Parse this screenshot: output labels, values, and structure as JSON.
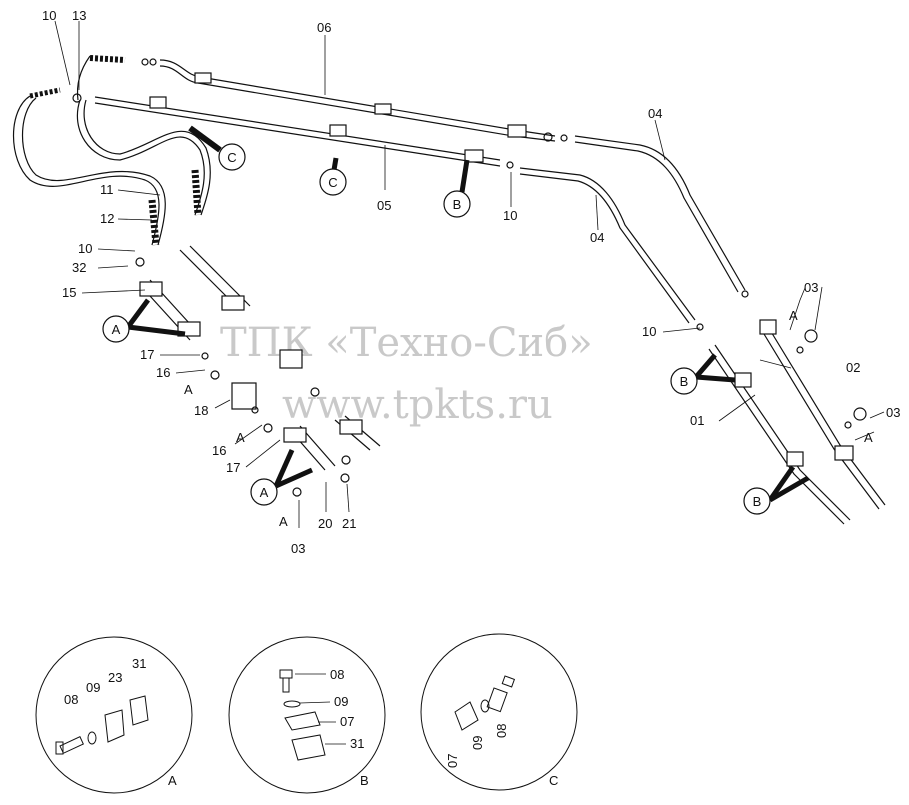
{
  "watermark": {
    "line1": "ТПК «Техно-Сиб»",
    "line2": "www.tpkts.ru"
  },
  "callouts": {
    "c10_top": "10",
    "c13": "13",
    "c06": "06",
    "c04_top": "04",
    "c05": "05",
    "c10_mid": "10",
    "c04_mid": "04",
    "c11": "11",
    "c12": "12",
    "c10_left": "10",
    "c32": "32",
    "c15": "15",
    "c17_a": "17",
    "c16_a": "16",
    "c18": "18",
    "c16_b": "16",
    "c17_b": "17",
    "c20": "20",
    "c21": "21",
    "c03_bottom": "03",
    "c10_right": "10",
    "c03_r1": "03",
    "c02": "02",
    "c01": "01",
    "c03_r2": "03",
    "a_1": "A",
    "a_2": "A",
    "a_3": "A",
    "a_4": "A",
    "a_5": "A"
  },
  "markers": {
    "m_c1": "C",
    "m_c2": "C",
    "m_b1": "B",
    "m_a1": "A",
    "m_b2": "B",
    "m_a2": "A",
    "m_b3": "B"
  },
  "detail_a": {
    "caption": "A",
    "labels": {
      "p08": "08",
      "p09": "09",
      "p23": "23",
      "p31": "31"
    }
  },
  "detail_b": {
    "caption": "B",
    "labels": {
      "p08": "08",
      "p09": "09",
      "p07": "07",
      "p31": "31"
    }
  },
  "detail_c": {
    "caption": "C",
    "labels": {
      "p07": "07",
      "p09": "09",
      "p08": "08"
    }
  }
}
